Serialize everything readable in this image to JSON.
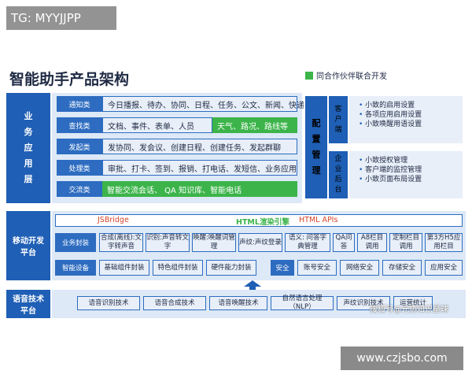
{
  "watermark_top": "TG: MYYJJPP",
  "title": "智能助手产品架构",
  "legend": {
    "color": "#3cb44a",
    "label": "同合作伙伴联合开发"
  },
  "app_layer": {
    "label": [
      "业",
      "务",
      "应",
      "用",
      "层"
    ],
    "rows": [
      {
        "label": "通知类",
        "text": "今日播报、待办、协同、日程、任务、公文、新闻、快递"
      },
      {
        "label": "查找类",
        "text": "文档、事件、表单、人员",
        "partner": "天气、路况、路线等"
      },
      {
        "label": "发起类",
        "text": "发协同、发会议、创建日程、创建任务、发起群聊"
      },
      {
        "label": "处理类",
        "text": "审批、打卡、签到、报销、打电话、发短信、业务应用"
      },
      {
        "label": "交流类",
        "partner": "智能交流会话、 QA 知识库、智能电话"
      }
    ],
    "config": {
      "label": [
        "配",
        "置",
        "管",
        "理"
      ],
      "groups": [
        {
          "label": [
            "客",
            "户",
            "端"
          ],
          "items": [
            "小致的启用设置",
            "各项应用启用设置",
            "小致唤醒用语设置"
          ]
        },
        {
          "label": [
            "企",
            "业",
            "后",
            "台"
          ],
          "items": [
            "小致授权管理",
            "客户端的监控管理",
            "小致页面布局设置"
          ]
        }
      ]
    }
  },
  "mobile_platform": {
    "label": "移动开发平台",
    "render_engine": {
      "left": "JSBridge",
      "center": "HTML渲染引擎",
      "right": "HTML APIs"
    },
    "biz_label": "业务封装",
    "biz_cells": [
      "合成(离线):文字转声音",
      "识别:声音转文字",
      "唤醒:唤醒词管理",
      "声纹:声纹登录",
      "语义: 问答字典管理",
      "QA问答",
      "A8栏目调用",
      "定制栏目调用",
      "第3方H5应用栏目"
    ],
    "device_label": "智能设备",
    "device_cells": [
      "基础组件封装",
      "特色组件封装",
      "硬件能力封装"
    ],
    "security_label": "安全",
    "security_cells": [
      "账号安全",
      "网络安全",
      "存储安全",
      "应用安全"
    ]
  },
  "voice_platform": {
    "label": "语音技术平台",
    "cells": [
      "语音识别技术",
      "语音合成技术",
      "语音唤醒技术",
      "自然语言处理（NLP）",
      "声纹识别技术",
      "运营统计"
    ]
  },
  "watermark_weibo": "搜狐号@元协知识星球",
  "watermark_bottom": "www.czjsbo.com"
}
